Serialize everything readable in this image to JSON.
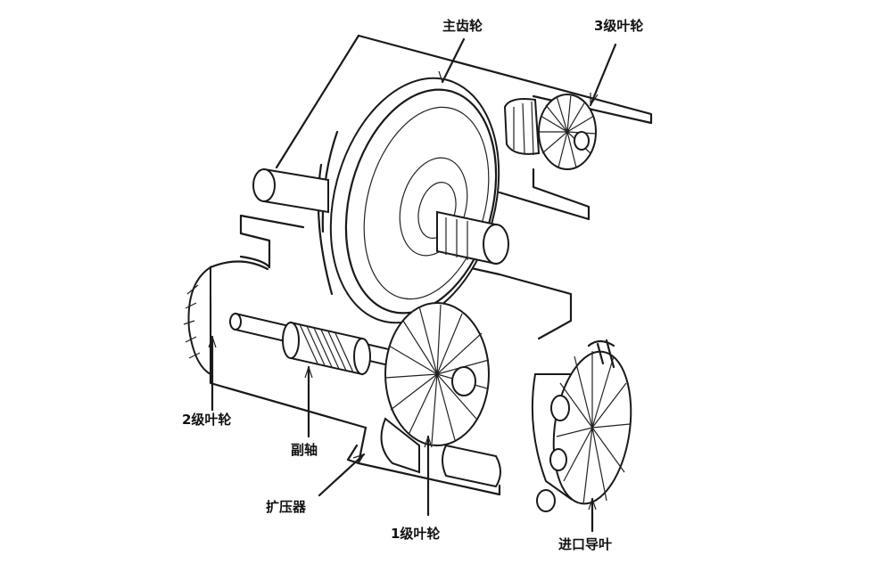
{
  "labels": {
    "main_gear": "主齿轮",
    "impeller_3": "3级叶轮",
    "impeller_2": "2级叶轮",
    "pinion_shaft": "副轴",
    "diffuser": "扩压器",
    "impeller_1": "1级叶轮",
    "inlet_guide_vane": "进口导叶"
  },
  "colors": {
    "line": "#1a1a1a",
    "background": "#ffffff"
  }
}
